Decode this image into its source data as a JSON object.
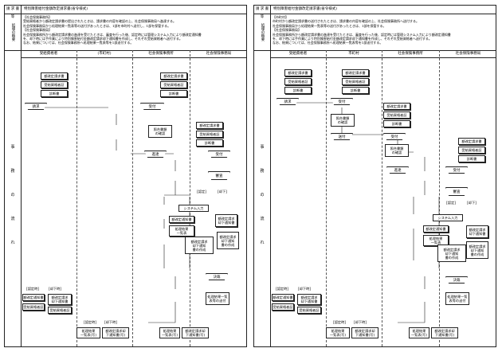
{
  "panels": [
    {
      "header_key": "請 求 書 等",
      "header_value": "特別障害給付金額改定請求書(省令様式)",
      "note_key": "処理の概要",
      "note_lines": [
        "【社会保険事務所】",
        "受給資格者から額改定請求書の提出されたときは、請求書の内容を確認の上、社会保険事務局へ進達する。",
        "社会保険事務局から処理結果一覧表等の送付があったときは、1部を市町村へ送付し、1部を保管する。",
        "【社会保険事務局】",
        "社会保険事務所から額改定請求書の進達を受けたときは、審査を行った後、認定時には管理システム入力により額改定通知書",
        "を、却下時には手作業により特別障害給付金額改定請求却下通知書を作成し、それぞれ受給資格者へ送付する。",
        "なお、結果については、社会保険事務所へ処理結果一覧表等を1部送付する。"
      ],
      "underline_text": "受給資格者から",
      "columns": [
        "受給資格者",
        "(市町村)",
        "社会保険事務所",
        "社会保険事務局"
      ]
    },
    {
      "header_key": "請 求 書 等",
      "header_value": "特別障害給付金額改定請求書(省令様式)",
      "note_key": "処理の概要",
      "note_lines": [
        "【市町村】",
        "市町村から額改定請求書の送付されたときは、請求書の内容を確認の上、社会保険事務所へ送付する。",
        "社会保険事務局から処理結果一覧表等の送付があったときは、1部を保管する。",
        "【社会保険事務局】",
        "社会保険事務所から額改定請求書の進達を受けたときは、審査を行った後、認定時には管理システム入力により額改定通知書",
        "を、却下時には手作業により特別障害給付金額改定請求却下通知書を作成し、それぞれ受給資格者へ送付する。",
        "なお、結果については、社会保険事務所へ処理結果一覧表等を1部送付する。"
      ],
      "underline_text": "市町村から",
      "columns": [
        "受給資格者",
        "市町村",
        "社会保険事務所",
        "社会保険事務局"
      ]
    }
  ],
  "flow_label_chars": [
    "事",
    "務",
    "の",
    "流",
    "れ"
  ],
  "shapes": {
    "doc_request": "額改定請求書",
    "doc_cert": "受給資格者証",
    "doc_diag": "診断書",
    "request": "請求",
    "receive": "受付",
    "ledger_check": "照合書類\nの確認",
    "send": "進達",
    "send2": "送付",
    "review": "審査",
    "approve": "[認定]",
    "reject": "[却下]",
    "system_input": "システム入力",
    "notice": "額改定通知書",
    "result_list": "処理結果\n一覧表",
    "reject_notice": "額改定請求\n却下通知書",
    "reject_make": "額改定請求\n却下通知\n書の作成",
    "sort_out": "決裁",
    "sort_send": "処理結果一覧\n表等の送付",
    "final_notice": "額改定通知書",
    "final_reject": "額改定請求\n却下通知書",
    "bottom_approve": "[認定時]",
    "bottom_reject": "[却下時]",
    "bottom_result": "処理結果\n一覧表(写)",
    "bottom_reject_copy": "額改定請求却\n下通知書(写)"
  }
}
